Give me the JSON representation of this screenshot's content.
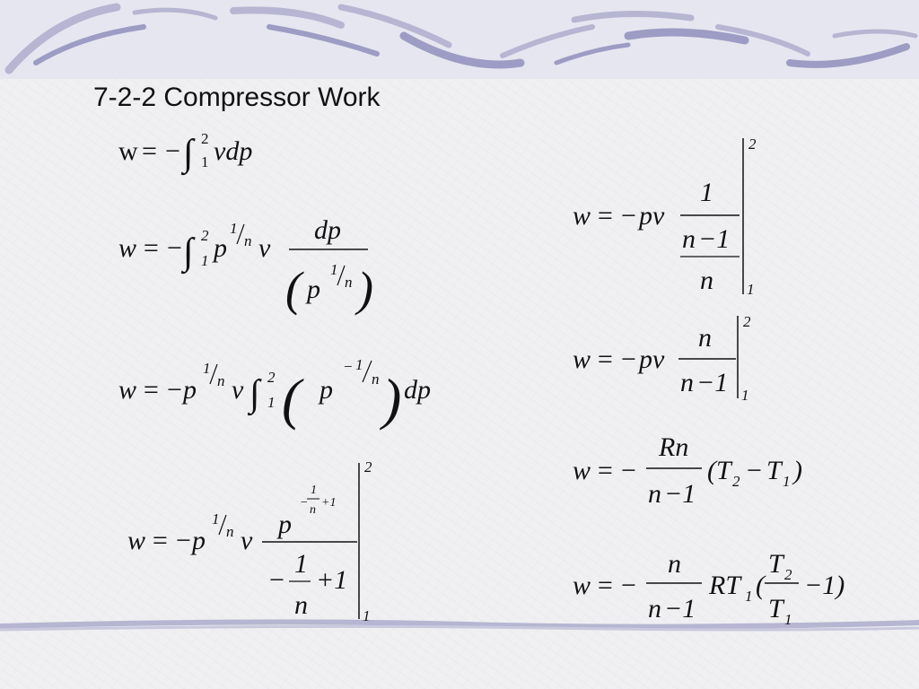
{
  "slide": {
    "title": "7-2-2 Compressor Work"
  },
  "colors": {
    "band": "#b6b6d2",
    "band_dark": "#9c9cc4",
    "ink": "#111111"
  },
  "equations": [
    {
      "id": "eq1",
      "latex": "w = -\\int_1^2 v\\,dp"
    },
    {
      "id": "eq2",
      "latex": "w = -\\int_1^2 p^{1/n} v \\frac{dp}{\\left(p^{1/n}\\right)}"
    },
    {
      "id": "eq3",
      "latex": "w = -p^{1/n} v \\int_1^2 \\left(p^{-1/n}\\right) dp"
    },
    {
      "id": "eq4",
      "latex": "w = -p^{1/n} v \\left. \\frac{p^{-\\frac{1}{n}+1}}{-\\frac{1}{n}+1} \\right|_1^2"
    },
    {
      "id": "eq5",
      "latex": "w = -pv \\left. \\frac{1}{\\frac{n-1}{n}} \\right|_1^2"
    },
    {
      "id": "eq6",
      "latex": "w = -pv \\left. \\frac{n}{n-1} \\right|_1^2"
    },
    {
      "id": "eq7",
      "latex": "w = -\\frac{Rn}{n-1}(T_2 - T_1)"
    },
    {
      "id": "eq8",
      "latex": "w = -\\frac{n}{n-1} R T_1 \\left(\\frac{T_2}{T_1} - 1\\right)"
    }
  ]
}
